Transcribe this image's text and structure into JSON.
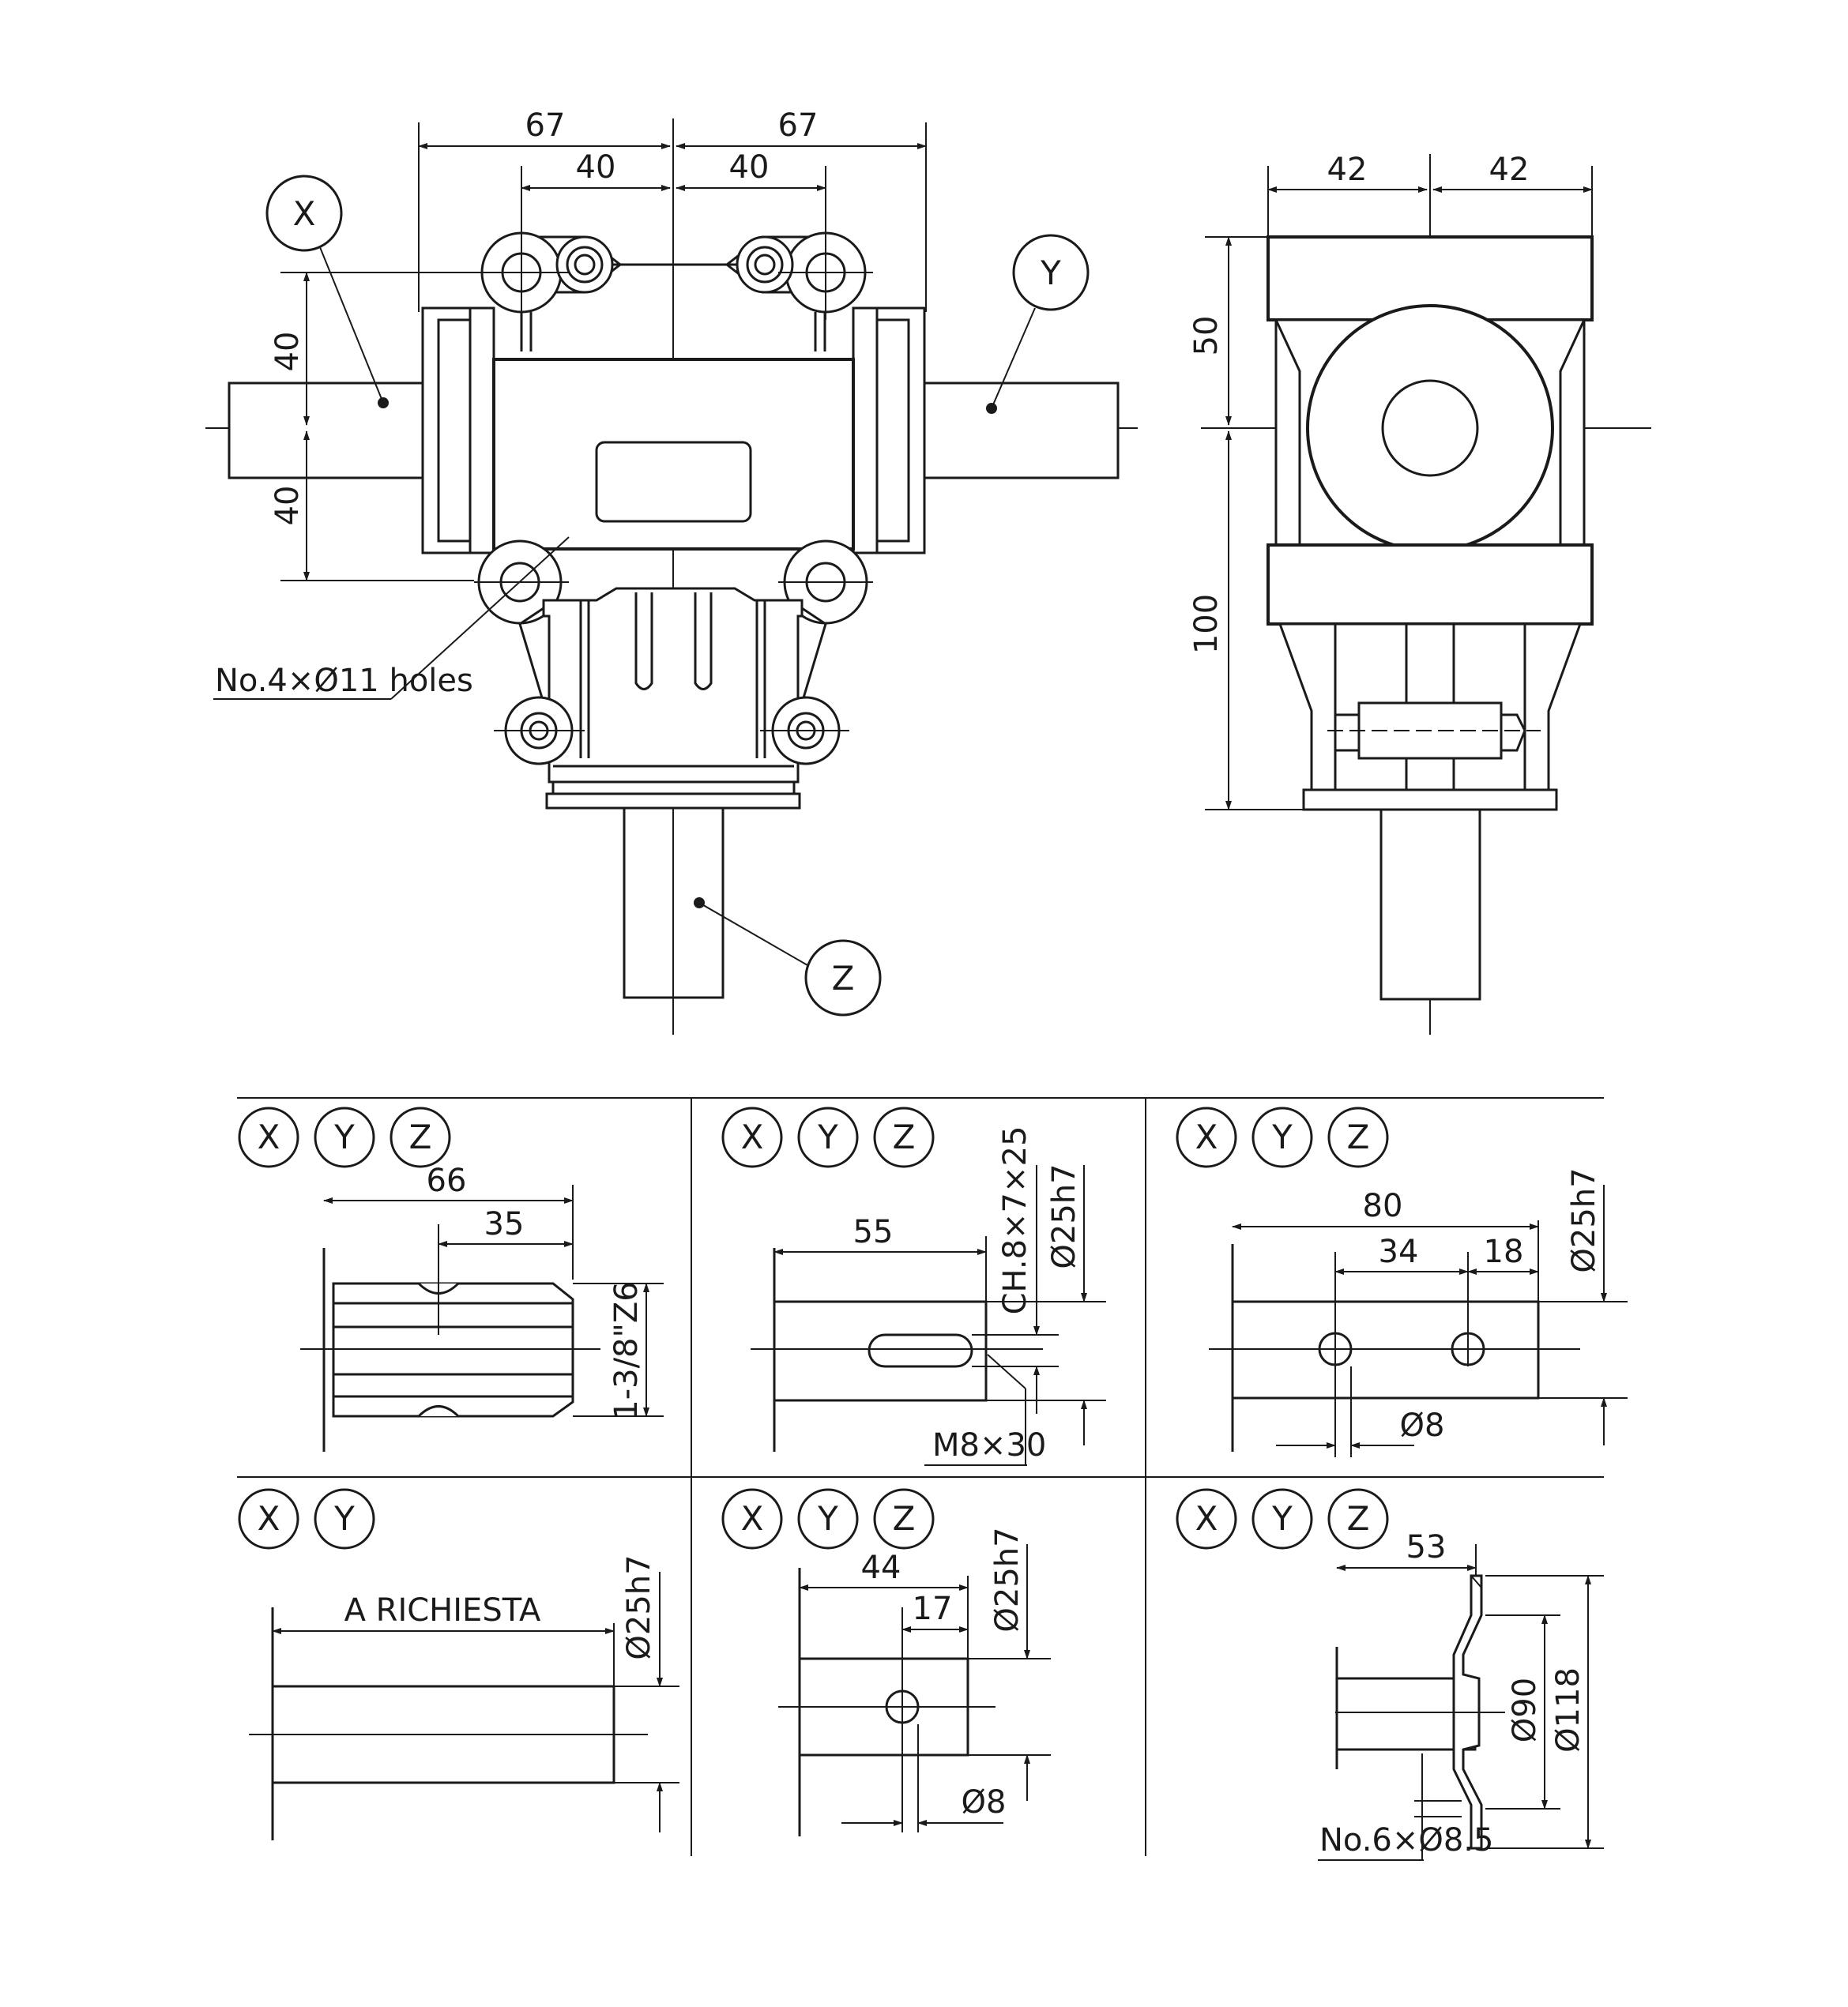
{
  "main_view": {
    "dims": {
      "left_67": "67",
      "right_67": "67",
      "left_40": "40",
      "right_40": "40",
      "up_40": "40",
      "down_40": "40"
    },
    "shaft_x": "X",
    "shaft_y": "Y",
    "shaft_z": "Z",
    "holes_note": "No.4×Ø11 holes"
  },
  "side_view": {
    "dims": {
      "left_42": "42",
      "right_42": "42",
      "top_50": "50",
      "bottom_100": "100"
    }
  },
  "options": [
    {
      "tags": [
        "X",
        "Y",
        "Z"
      ],
      "dims": {
        "length": "66",
        "inner": "35",
        "spline": "1-3/8\"Z6"
      }
    },
    {
      "tags": [
        "X",
        "Y",
        "Z"
      ],
      "dims": {
        "length": "55",
        "key": "CH.8×7×25",
        "diameter": "Ø25h7",
        "screw": "M8×30"
      }
    },
    {
      "tags": [
        "X",
        "Y",
        "Z"
      ],
      "dims": {
        "length": "80",
        "pos1": "34",
        "pos2": "18",
        "diameter": "Ø25h7",
        "hole": "Ø8"
      }
    },
    {
      "tags": [
        "X",
        "Y"
      ],
      "dims": {
        "length": "A RICHIESTA",
        "diameter": "Ø25h7"
      }
    },
    {
      "tags": [
        "X",
        "Y",
        "Z"
      ],
      "dims": {
        "length": "44",
        "pos": "17",
        "diameter": "Ø25h7",
        "hole": "Ø8"
      }
    },
    {
      "tags": [
        "X",
        "Y",
        "Z"
      ],
      "dims": {
        "length": "53",
        "inner_dia": "Ø90",
        "outer_dia": "Ø118",
        "holes": "No.6×Ø8.5"
      }
    }
  ]
}
